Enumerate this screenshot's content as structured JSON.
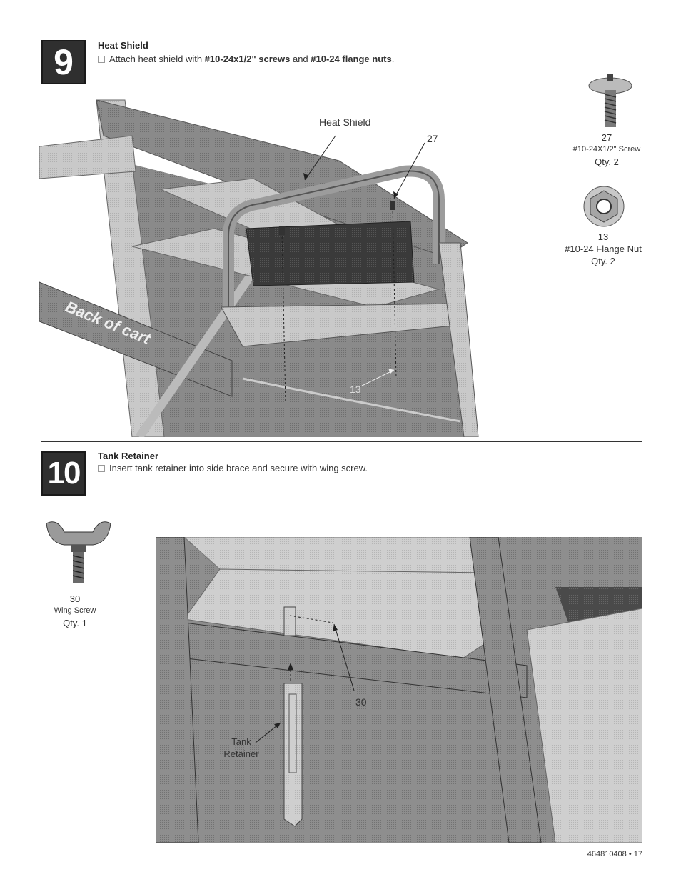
{
  "step9": {
    "number": "9",
    "title": "Heat Shield",
    "instruction_prefix": "Attach heat shield with ",
    "instruction_bold1": "#10-24x1/2\" screws",
    "instruction_mid": " and ",
    "instruction_bold2": "#10-24 flange nuts",
    "instruction_suffix": ".",
    "callouts": {
      "heat_shield": "Heat Shield",
      "screw": "27",
      "nut": "13",
      "back_of_cart": "Back of cart"
    },
    "parts": [
      {
        "number": "27",
        "name": "#10-24X1/2\" Screw",
        "qty": "Qty. 2",
        "icon": "screw-icon"
      },
      {
        "number": "13",
        "name": "#10-24 Flange Nut",
        "qty": "Qty. 2",
        "icon": "flange-nut-icon"
      }
    ]
  },
  "step10": {
    "number": "10",
    "title": "Tank Retainer",
    "instruction": "Insert tank retainer into side brace and secure with wing screw.",
    "callouts": {
      "wing_screw": "30",
      "tank_retainer_line1": "Tank",
      "tank_retainer_line2": "Retainer"
    },
    "parts": [
      {
        "number": "30",
        "name": "Wing Screw",
        "qty": "Qty. 1",
        "icon": "wing-screw-icon"
      }
    ]
  },
  "footer": {
    "page_ref": "464810408 • 17"
  }
}
